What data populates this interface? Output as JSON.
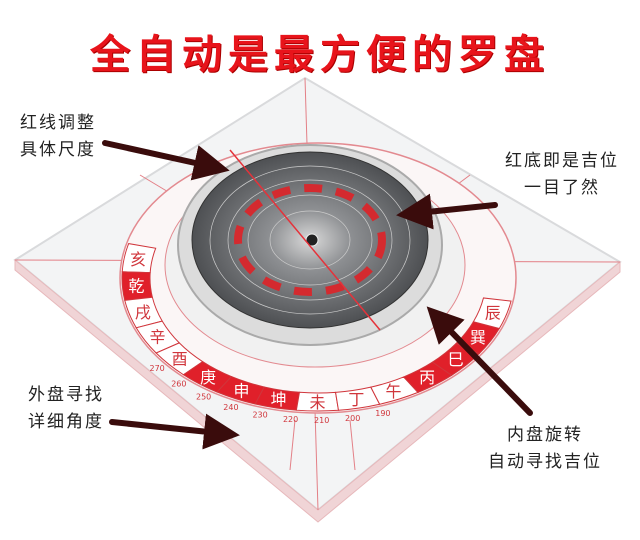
{
  "title": "全自动是最方便的罗盘",
  "annotations": {
    "top_left": [
      "红线调整",
      "具体尺度"
    ],
    "top_right": [
      "红底即是吉位",
      "一目了然"
    ],
    "bottom_left": [
      "外盘寻找",
      "详细角度"
    ],
    "bottom_right": [
      "内盘旋转",
      "自动寻找吉位"
    ]
  },
  "outer_ring": [
    {
      "char": "亥",
      "red": false
    },
    {
      "char": "乾",
      "red": true
    },
    {
      "char": "戌",
      "red": false
    },
    {
      "char": "辛",
      "red": false
    },
    {
      "char": "酉",
      "red": false
    },
    {
      "char": "庚",
      "red": true
    },
    {
      "char": "申",
      "red": true
    },
    {
      "char": "坤",
      "red": true
    },
    {
      "char": "未",
      "red": false
    },
    {
      "char": "丁",
      "red": false
    },
    {
      "char": "午",
      "red": false
    },
    {
      "char": "丙",
      "red": true
    },
    {
      "char": "巳",
      "red": true
    },
    {
      "char": "巽",
      "red": true
    },
    {
      "char": "辰",
      "red": false
    }
  ],
  "degree_labels": [
    "270",
    "260",
    "250",
    "240",
    "230",
    "220",
    "210",
    "200",
    "190"
  ],
  "colors": {
    "title": "#e8141b",
    "arrow": "#3a0c0c",
    "ring_red": "#e0202a",
    "dial": "#6d6f72"
  }
}
